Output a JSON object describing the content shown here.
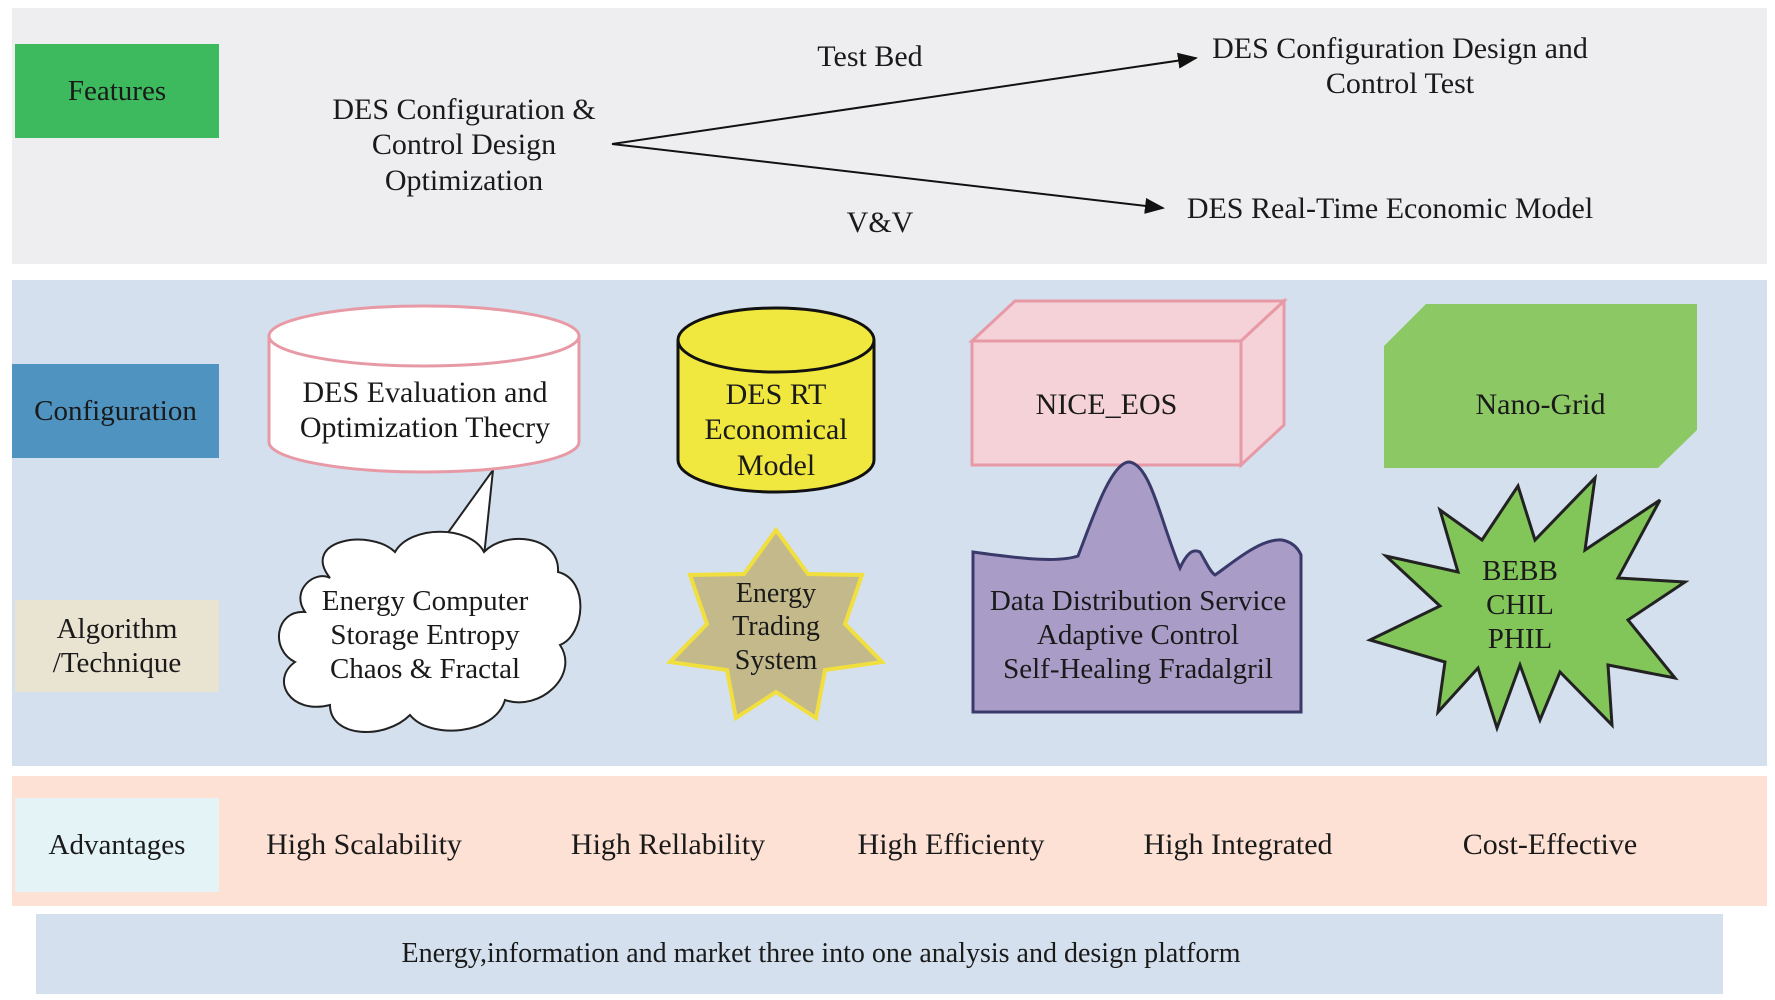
{
  "rows": {
    "features": "Features",
    "configuration": "Configuration",
    "algorithm": "Algorithm\n/Technique",
    "advantages": "Advantages"
  },
  "features": {
    "source": "DES Configuration &\nControl Design\nOptimization",
    "upper_edge_label": "Test Bed",
    "lower_edge_label": "V&V",
    "upper_target": "DES Configuration Design and\nControl Test",
    "lower_target": "DES Real-Time Economic Model"
  },
  "configuration": {
    "evaluation": "DES Evaluation and\nOptimization Thecry",
    "rt_model": "DES RT\nEconomical\nModel",
    "nice_eos": "NICE_EOS",
    "nano_grid": "Nano-Grid"
  },
  "algorithm": {
    "cloud": "Energy Computer\nStorage Entropy\nChaos & Fractal",
    "star": "Energy\nTrading\nSystem",
    "wave": "Data Distribution Service\nAdaptive Control\nSelf-Healing Fradalgril",
    "burst": "BEBB\nCHIL\nPHIL"
  },
  "advantages": [
    "High Scalability",
    "High Rellability",
    "High Efficienty",
    "High Integrated",
    "Cost-Effective"
  ],
  "platform": "Energy,information and market three into one analysis and design platform",
  "colors": {
    "features_band": "#eeeef0",
    "config_band": "#d4e0ee",
    "advantages_band": "#fde1d5",
    "platform_band": "#d4e0ee",
    "features_tag": "#3dba5e",
    "configuration_tag": "#4f93c0",
    "algorithm_tag": "#e9e3d1",
    "advantages_tag": "#e4f3f6",
    "evaluation_border": "#e79aa6",
    "rt_model_fill": "#f1e83f",
    "nice_eos_fill": "#f4d2d8",
    "nano_grid_fill": "#8cc964",
    "star_fill": "#c4b98a",
    "star_border": "#f0df3e",
    "wave_fill": "#a99dc8",
    "burst_fill": "#82c65a"
  },
  "icons": [
    "cylinder-shape",
    "cloud-callout-shape",
    "seven-point-star-shape",
    "3d-box-shape",
    "wave-shape",
    "snip-corner-rectangle-shape",
    "explosion-shape"
  ]
}
